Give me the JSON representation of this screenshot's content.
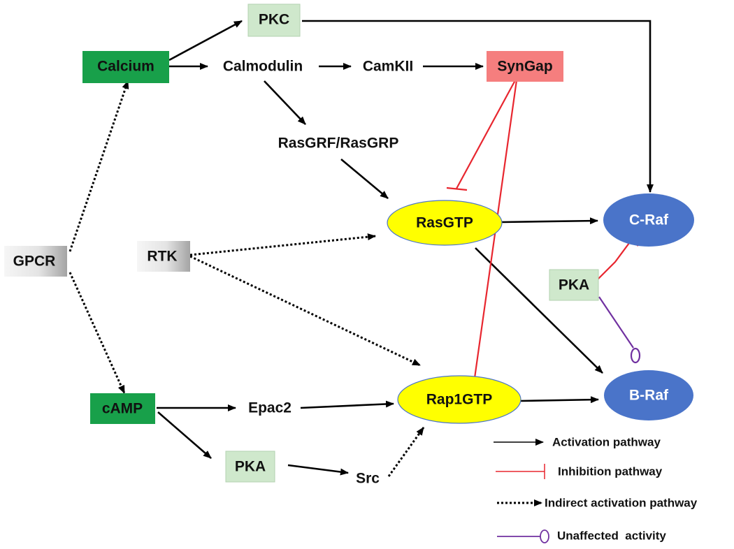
{
  "colors": {
    "dark_green": "#18a04a",
    "light_green": "#cfe8cc",
    "salmon": "#f57e7e",
    "yellow": "#ffff00",
    "blue": "#4a74c9",
    "gray_light": "#f4f4f4",
    "gray_dark": "#a9a9a9",
    "activation": "#000000",
    "inhibition": "#e8262f",
    "unaffected": "#7030a0"
  },
  "nodes": {
    "pkc": "PKC",
    "calcium": "Calcium",
    "calmodulin": "Calmodulin",
    "camkii": "CamKII",
    "syngap": "SynGap",
    "rasgrf": "RasGRF/RasGRP",
    "rasgtp": "RasGTP",
    "craf": "C-Raf",
    "gpcr": "GPCR",
    "rtk": "RTK",
    "pka_right": "PKA",
    "braf": "B-Raf",
    "camp": "cAMP",
    "epac2": "Epac2",
    "rap1gtp": "Rap1GTP",
    "pka_bottom": "PKA",
    "src": "Src"
  },
  "legend": {
    "activation": "Activation pathway",
    "inhibition": "Inhibition pathway",
    "indirect": "Indirect activation pathway",
    "unaffected": "Unaffected  activity"
  }
}
